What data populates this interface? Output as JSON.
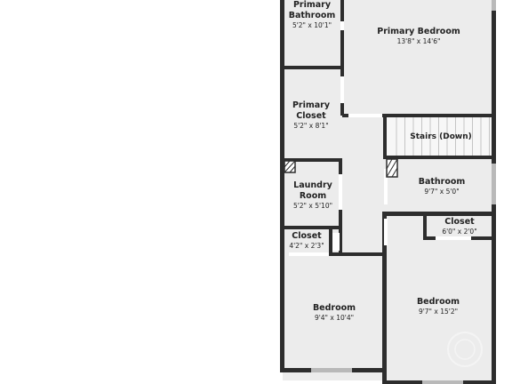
{
  "colors": {
    "floor": "#ececec",
    "wall": "#2d2d2d",
    "window": "#b9b9b9",
    "door_gap": "#ffffff",
    "stairs": "#f7f7f7",
    "text": "#222222"
  },
  "rooms": {
    "primary_bathroom": {
      "name": [
        "Primary",
        "Bathroom"
      ],
      "dims": "5'2\" x 10'1\""
    },
    "primary_bedroom": {
      "name": [
        "Primary Bedroom"
      ],
      "dims": "13'8\" x 14'6\""
    },
    "primary_closet": {
      "name": [
        "Primary",
        "Closet"
      ],
      "dims": "5'2\" x 8'1\""
    },
    "stairs": {
      "name": [
        "Stairs (Down)"
      ]
    },
    "laundry_room": {
      "name": [
        "Laundry",
        "Room"
      ],
      "dims": "5'2\" x 5'10\""
    },
    "bathroom": {
      "name": [
        "Bathroom"
      ],
      "dims": "9'7\" x 5'0\""
    },
    "closet_right": {
      "name": [
        "Closet"
      ],
      "dims": "6'0\" x 2'0\""
    },
    "closet_left": {
      "name": [
        "Closet"
      ],
      "dims": "4'2\" x 2'3\""
    },
    "bedroom_left": {
      "name": [
        "Bedroom"
      ],
      "dims": "9'4\" x 10'4\""
    },
    "bedroom_right": {
      "name": [
        "Bedroom"
      ],
      "dims": "9'7\" x 15'2\""
    }
  },
  "icons": {
    "water_heater": "hatched-square-icon",
    "watermark": "circular-logo-icon"
  }
}
